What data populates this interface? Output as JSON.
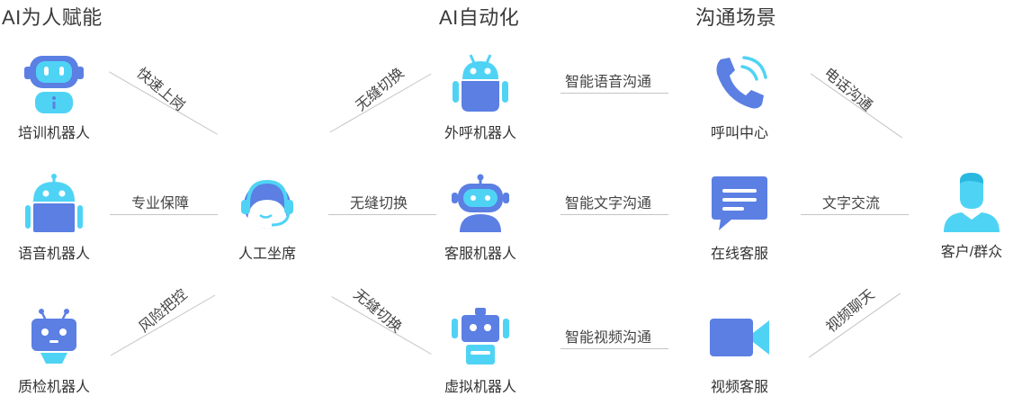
{
  "headings": {
    "ai_empower": "AI为人赋能",
    "ai_automation": "AI自动化",
    "channels": "沟通场景"
  },
  "nodes": {
    "training_robot": "培训机器人",
    "voice_robot": "语音机器人",
    "qc_robot": "质检机器人",
    "human_agent": "人工坐席",
    "outbound_robot": "外呼机器人",
    "service_robot": "客服机器人",
    "virtual_robot": "虚拟机器人",
    "call_center": "呼叫中心",
    "online_service": "在线客服",
    "video_service": "视频客服",
    "customer": "客户/群众"
  },
  "links": {
    "fast_onboard": "快速上岗",
    "pro_guarantee": "专业保障",
    "risk_control": "风险把控",
    "seamless_1": "无缝切换",
    "seamless_2": "无缝切换",
    "seamless_3": "无缝切换",
    "smart_voice": "智能语音沟通",
    "smart_text": "智能文字沟通",
    "smart_video": "智能视频沟通",
    "phone": "电话沟通",
    "text_exchange": "文字交流",
    "video_chat": "视频聊天"
  },
  "colors": {
    "primary_blue": "#5b7fe3",
    "light_cyan": "#4fd3f5",
    "line_gray": "#c4c4c4"
  }
}
